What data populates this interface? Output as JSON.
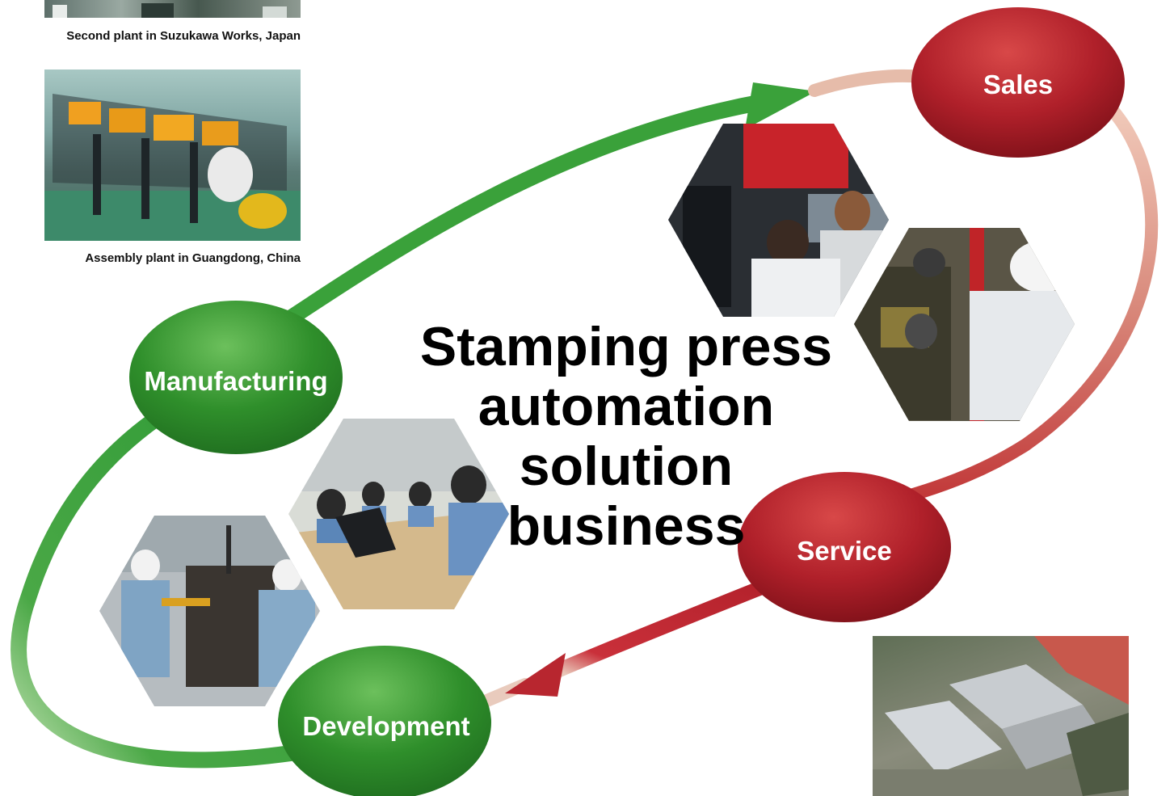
{
  "captions": {
    "suzukawa": "Second plant in Suzukawa Works, Japan",
    "guangdong": "Assembly plant in Guangdong, China"
  },
  "center_title": "Stamping press automation solution business",
  "stages": {
    "sales": "Sales",
    "service": "Service",
    "development": "Development",
    "manufacturing": "Manufacturing"
  },
  "colors": {
    "green_stage": "#2f8f2b",
    "red_stage": "#b0202a",
    "green_arrow": "#3aa13a",
    "red_arrow": "#b8262f"
  },
  "photos": [
    "press-line-photo",
    "assembly-line-photo",
    "press-shop-photo",
    "maintenance-photo",
    "meeting-photo",
    "workshop-photo",
    "aerial-plant-photo"
  ]
}
